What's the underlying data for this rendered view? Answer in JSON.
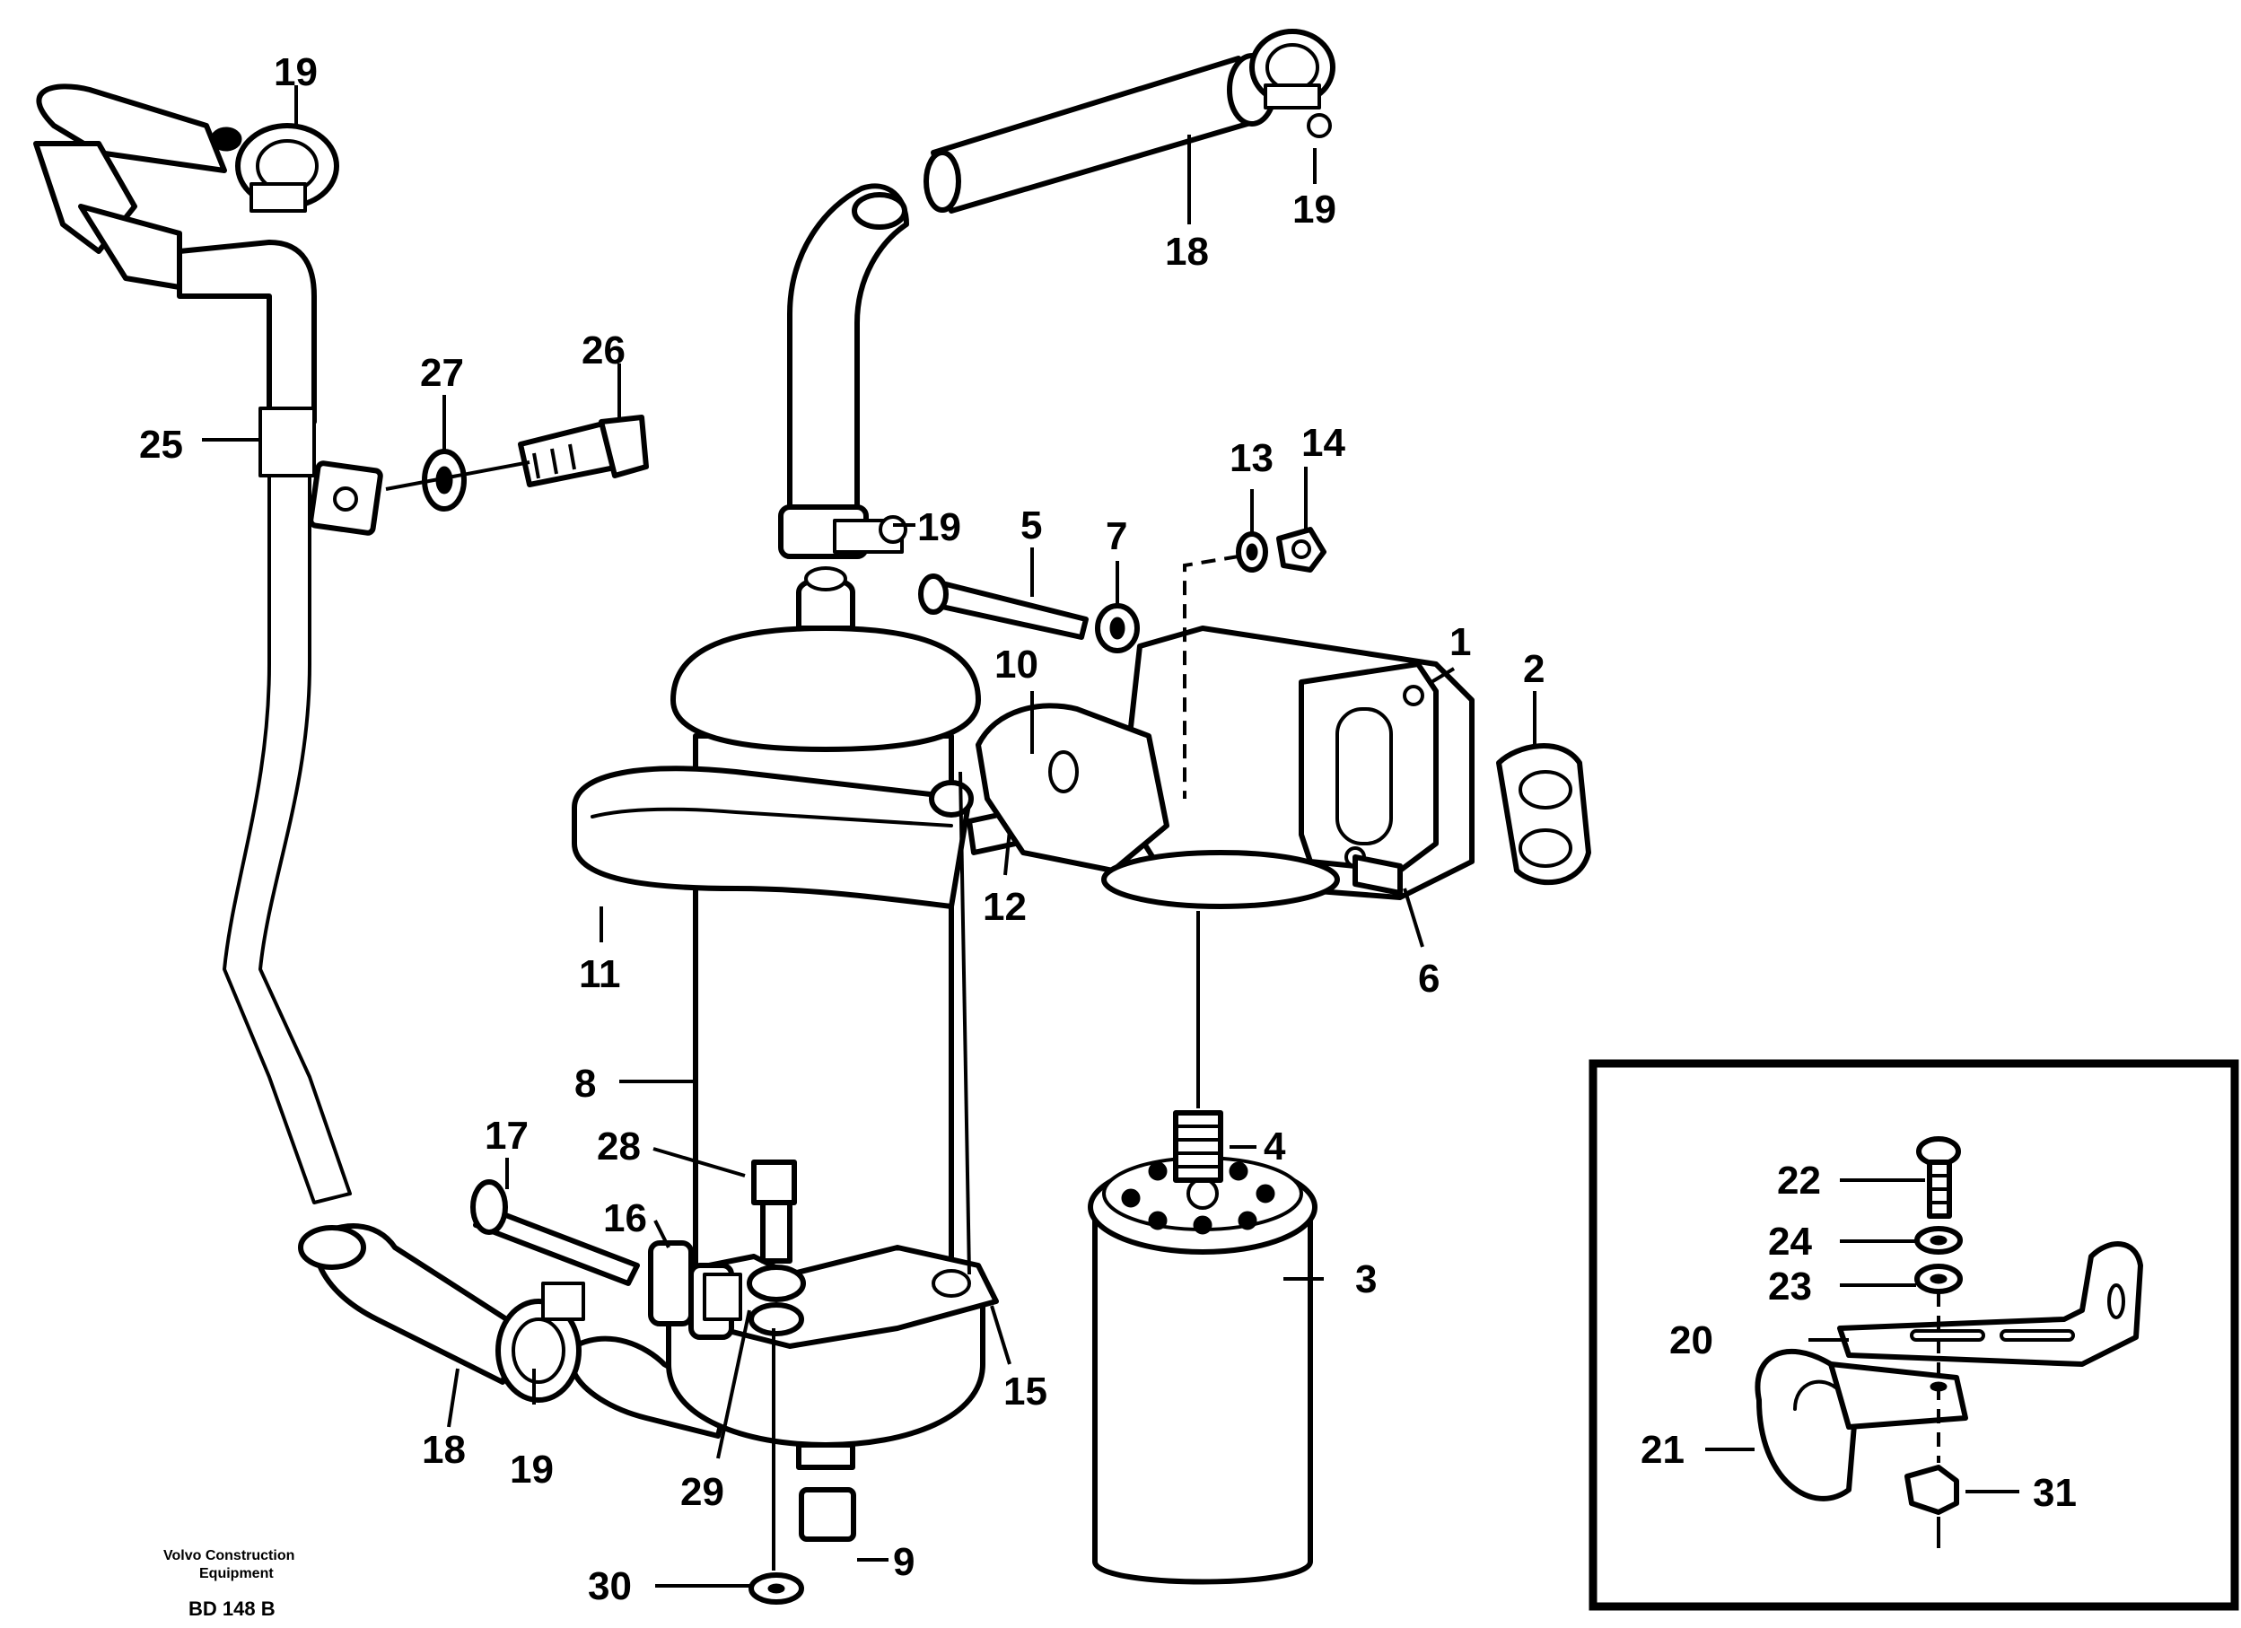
{
  "callouts": {
    "c1": "1",
    "c2": "2",
    "c3": "3",
    "c4": "4",
    "c5": "5",
    "c6": "6",
    "c7": "7",
    "c8": "8",
    "c9": "9",
    "c10": "10",
    "c11": "11",
    "c12": "12",
    "c13": "13",
    "c14": "14",
    "c15": "15",
    "c16": "16",
    "c17": "17",
    "c18a": "18",
    "c18b": "18",
    "c19a": "19",
    "c19b": "19",
    "c19c": "19",
    "c19d": "19",
    "c20": "20",
    "c21": "21",
    "c22": "22",
    "c23": "23",
    "c24": "24",
    "c25": "25",
    "c26": "26",
    "c27": "27",
    "c28": "28",
    "c29": "29",
    "c30": "30",
    "c31": "31"
  },
  "footer": {
    "brand_line1": "Volvo Construction",
    "brand_line2": "Equipment",
    "drawing_code": "BD 148 B"
  }
}
